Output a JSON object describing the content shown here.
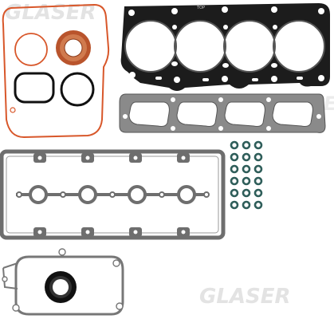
{
  "image": {
    "subject": "cylinder-head-gasket-set",
    "watermark": "GLASER",
    "head_gasket_marking": "TOP",
    "colors": {
      "background": "#ffffff",
      "head_gasket": "#1c1c1c",
      "manifold_gasket": "#8a8a8a",
      "valve_cover_gasket": "#6e6e6e",
      "orange_o_ring": "#d8572a",
      "rubber_seal": "#111111",
      "valve_stem_seal": "#2f5e5a",
      "watermark": "#e2e2e2"
    }
  }
}
